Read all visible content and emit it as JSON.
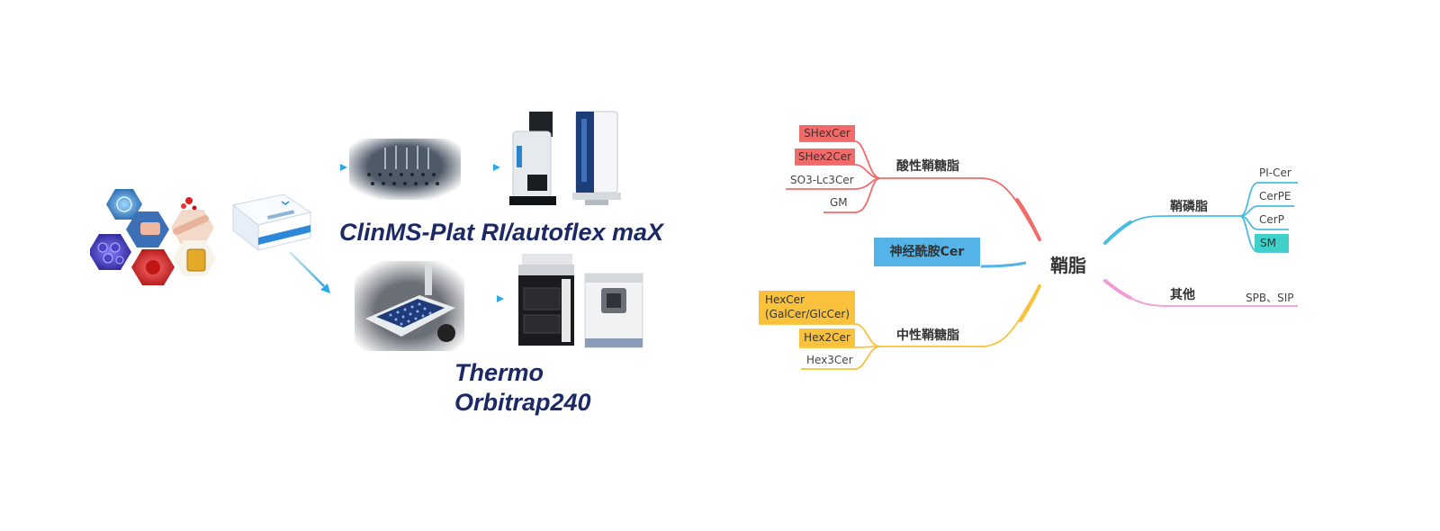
{
  "instruments": {
    "maldi_label": "ClinMS-Plat RI/autoflex maX",
    "orbitrap_label_line1": "Thermo",
    "orbitrap_label_line2": "Orbitrap240"
  },
  "mindmap": {
    "root": "鞘脂",
    "acidic": {
      "label": "酸性鞘糖脂",
      "color": "#f26b6b",
      "leaves": [
        "SHexCer",
        "SHex2Cer",
        "SO3-Lc3Cer",
        "GM"
      ]
    },
    "nerve": {
      "label": "神经酰胺Cer",
      "color": "#54b4e8"
    },
    "neutral": {
      "label": "中性鞘糖脂",
      "color": "#f9c13c",
      "leaves": [
        "HexCer",
        "(GalCer/GlcCer)",
        "Hex2Cer",
        "Hex3Cer"
      ]
    },
    "phospho": {
      "label": "鞘磷脂",
      "color": "#49bde0",
      "leaves": [
        "PI-Cer",
        "CerPE",
        "CerP",
        "SM"
      ]
    },
    "other": {
      "label": "其他",
      "color": "#f09ad6",
      "leaves": [
        "SPB、SIP"
      ]
    }
  }
}
